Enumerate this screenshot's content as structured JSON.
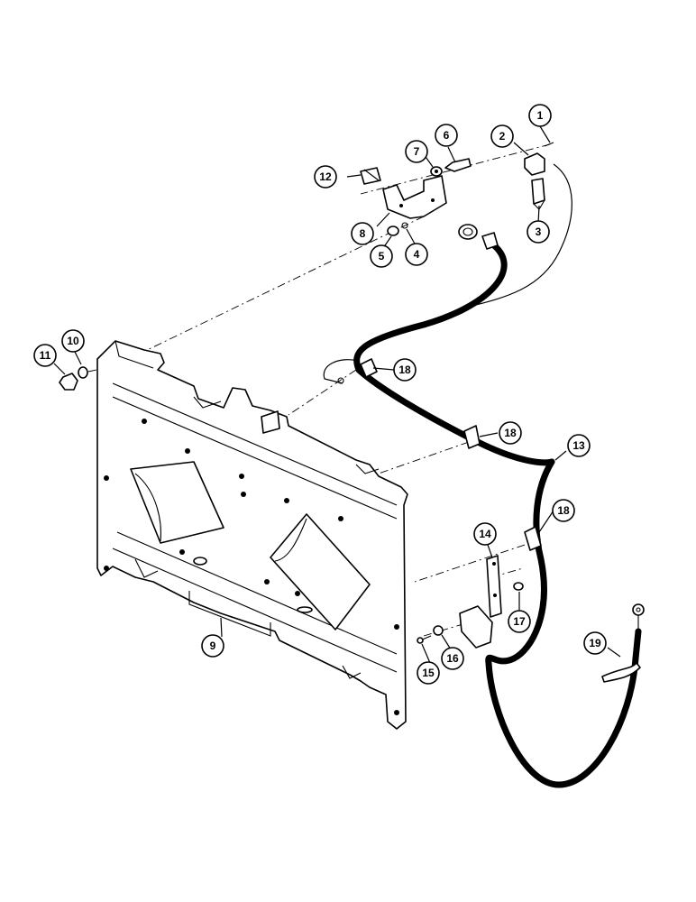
{
  "callouts": [
    {
      "id": "c1",
      "label": "1"
    },
    {
      "id": "c2",
      "label": "2"
    },
    {
      "id": "c3",
      "label": "3"
    },
    {
      "id": "c4",
      "label": "4"
    },
    {
      "id": "c5",
      "label": "5"
    },
    {
      "id": "c6",
      "label": "6"
    },
    {
      "id": "c7",
      "label": "7"
    },
    {
      "id": "c8",
      "label": "8"
    },
    {
      "id": "c9",
      "label": "9"
    },
    {
      "id": "c10",
      "label": "10"
    },
    {
      "id": "c11",
      "label": "11"
    },
    {
      "id": "c12",
      "label": "12"
    },
    {
      "id": "c13",
      "label": "13"
    },
    {
      "id": "c14",
      "label": "14"
    },
    {
      "id": "c15",
      "label": "15"
    },
    {
      "id": "c16",
      "label": "16"
    },
    {
      "id": "c17",
      "label": "17"
    },
    {
      "id": "c18a",
      "label": "18"
    },
    {
      "id": "c18b",
      "label": "18"
    },
    {
      "id": "c18c",
      "label": "18"
    },
    {
      "id": "c19",
      "label": "19"
    }
  ]
}
